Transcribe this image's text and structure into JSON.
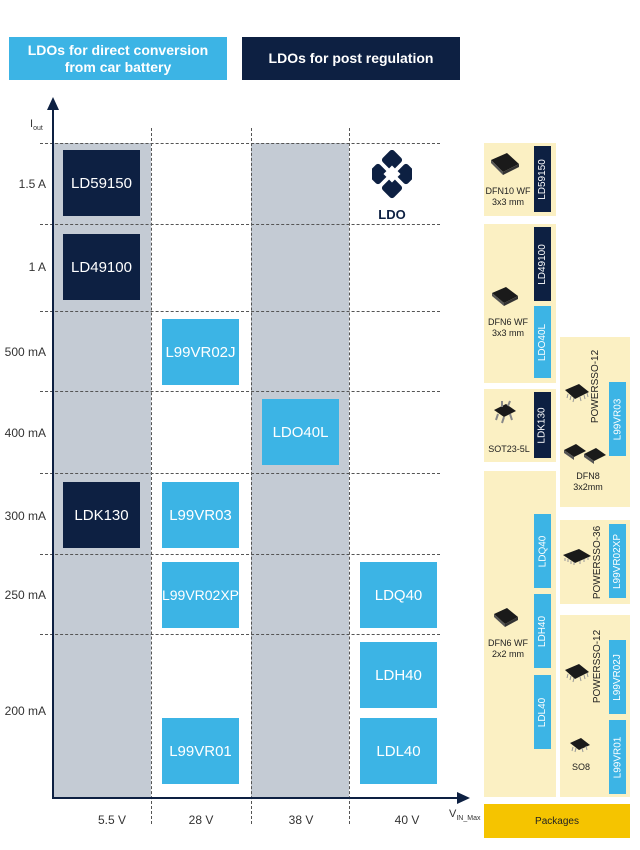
{
  "headers": {
    "direct": "LDOs for direct conversion\nfrom car battery",
    "post": "LDOs for post regulation"
  },
  "axes": {
    "y_title": "I",
    "y_title_sub": "out",
    "x_title": "V",
    "x_title_sub": "IN_Max",
    "y_ticks": [
      "1.5 A",
      "1 A",
      "500 mA",
      "400 mA",
      "300 mA",
      "250 mA",
      "200 mA"
    ],
    "x_ticks": [
      "5.5 V",
      "28 V",
      "38 V",
      "40 V"
    ]
  },
  "logo_text": "LDO",
  "devices": {
    "ld59150": "LD59150",
    "ld49100": "LD49100",
    "l99vr02j": "L99VR02J",
    "ldo40l": "LDO40L",
    "ldk130": "LDK130",
    "l99vr03": "L99VR03",
    "l99vr02xp": "L99VR02XP",
    "ldq40": "LDQ40",
    "ldh40": "LDH40",
    "l99vr01": "L99VR01",
    "ldl40": "LDL40"
  },
  "packages": {
    "dfn10": "DFN10 WF\n3x3 mm",
    "dfn6_3x3": "DFN6 WF\n3x3 mm",
    "sot23": "SOT23-5L",
    "dfn6_2x2": "DFN6 WF\n2x2 mm",
    "powersso12a": "POWERSSO-12",
    "dfn8": "DFN8\n3x2mm",
    "powersso36": "POWERSSO-36",
    "powersso12b": "POWERSSO-12",
    "so8": "SO8",
    "legend": "Packages"
  },
  "colors": {
    "dark_navy": "#0d2042",
    "light_blue": "#3cb4e5",
    "column_gray": "#c4cbd4",
    "package_bg": "#fbf0c3",
    "legend_yellow": "#f5c400"
  }
}
